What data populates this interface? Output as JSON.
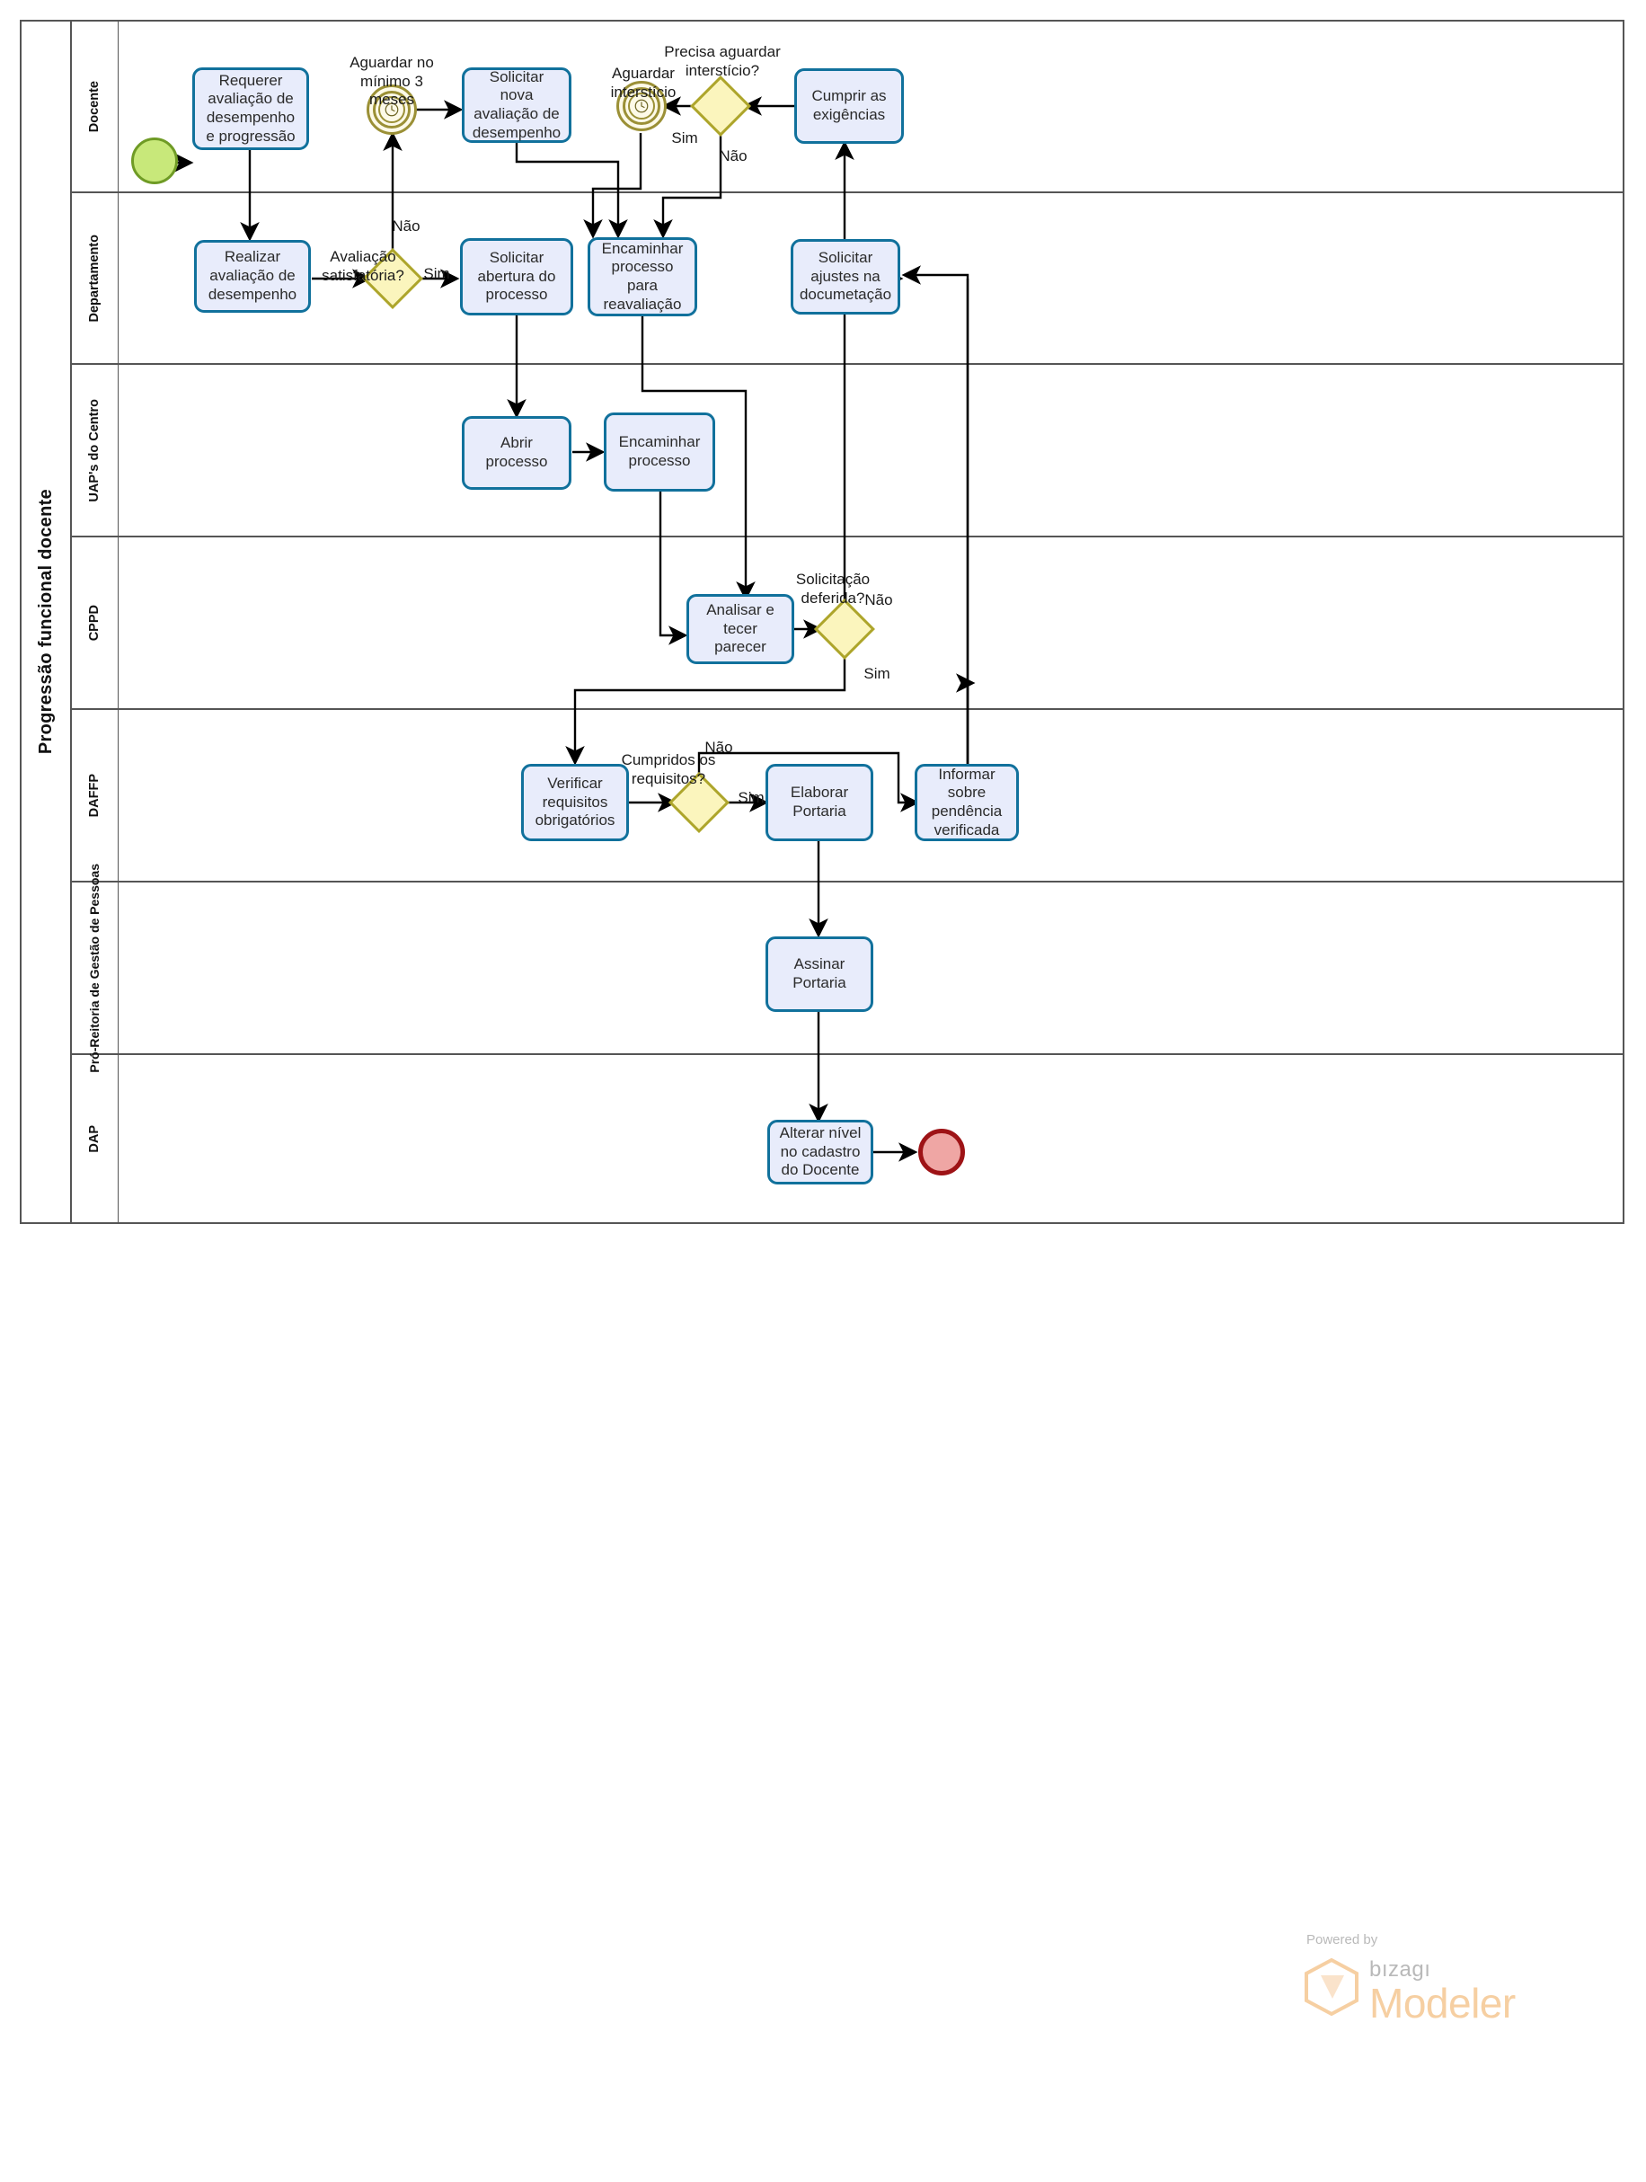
{
  "pool": {
    "title": "Progressão funcional docente"
  },
  "lanes": [
    {
      "id": "docente",
      "label": "Docente"
    },
    {
      "id": "departamento",
      "label": "Departamento"
    },
    {
      "id": "uaps",
      "label": "UAP's do Centro"
    },
    {
      "id": "cppd",
      "label": "CPPD"
    },
    {
      "id": "daffp",
      "label": "DAFFP"
    },
    {
      "id": "progep",
      "label": "Pró-Reitoria de Gestão de Pessoas"
    },
    {
      "id": "dap",
      "label": "DAP"
    }
  ],
  "events": [
    {
      "id": "start",
      "type": "start-event",
      "label": ""
    },
    {
      "id": "timer-3-meses",
      "type": "timer-event",
      "label": "Aguardar no\nmínimo 3\nmeses",
      "icon": "clock-icon"
    },
    {
      "id": "timer-intersticio",
      "type": "timer-event",
      "label": "Aguardar\ninterstício",
      "icon": "clock-icon"
    },
    {
      "id": "end",
      "type": "end-event",
      "label": ""
    }
  ],
  "tasks": [
    {
      "id": "t1",
      "lane": "docente",
      "label": "Requerer avaliação de desempenho e progressão"
    },
    {
      "id": "t2",
      "lane": "docente",
      "label": "Solicitar nova avaliação de desempenho"
    },
    {
      "id": "t3",
      "lane": "docente",
      "label": "Cumprir as exigências"
    },
    {
      "id": "t4",
      "lane": "departamento",
      "label": "Realizar avaliação de desempenho"
    },
    {
      "id": "t5",
      "lane": "departamento",
      "label": "Solicitar abertura do processo"
    },
    {
      "id": "t6",
      "lane": "departamento",
      "label": "Encaminhar processo para reavaliação"
    },
    {
      "id": "t7",
      "lane": "departamento",
      "label": "Solicitar ajustes na documetação"
    },
    {
      "id": "t8",
      "lane": "uaps",
      "label": "Abrir processo"
    },
    {
      "id": "t9",
      "lane": "uaps",
      "label": "Encaminhar processo"
    },
    {
      "id": "t10",
      "lane": "cppd",
      "label": "Analisar e tecer parecer"
    },
    {
      "id": "t11",
      "lane": "daffp",
      "label": "Verificar requisitos obrigatórios"
    },
    {
      "id": "t12",
      "lane": "daffp",
      "label": "Elaborar Portaria"
    },
    {
      "id": "t13",
      "lane": "daffp",
      "label": "Informar sobre pendência verificada"
    },
    {
      "id": "t14",
      "lane": "progep",
      "label": "Assinar Portaria"
    },
    {
      "id": "t15",
      "lane": "dap",
      "label": "Alterar nível no cadastro do Docente"
    }
  ],
  "gateways": [
    {
      "id": "g1",
      "lane": "departamento",
      "label": "Avaliação\nsatisfatória?"
    },
    {
      "id": "g2",
      "lane": "docente",
      "label": "Precisa aguardar\ninterstício?"
    },
    {
      "id": "g3",
      "lane": "cppd",
      "label": "Solicitação\ndeferida?"
    },
    {
      "id": "g4",
      "lane": "daffp",
      "label": "Cumpridos os\nrequisitos?"
    }
  ],
  "flow_labels": {
    "g1_nao": "Não",
    "g1_sim": "Sim",
    "g2_sim": "Sim",
    "g2_nao": "Não",
    "g3_nao": "Não",
    "g3_sim": "Sim",
    "g4_nao": "Não",
    "g4_sim": "Sim"
  },
  "watermark": {
    "powered": "Powered by",
    "brand": "bızagı",
    "product": "Modeler"
  },
  "colors": {
    "task_fill": "#e8ecfb",
    "task_border": "#11719c",
    "gateway_fill": "#fbf5bd",
    "gateway_border": "#ada52b",
    "start_fill": "#c8e87a",
    "start_border": "#6f9b25",
    "end_fill": "#efa6a4",
    "end_border": "#9e1316",
    "timer_fill": "#fdfae8",
    "timer_border": "#9b9036",
    "lane_border": "#555555",
    "flow_line": "#000000",
    "watermark_orange": "#f6cfa2"
  }
}
